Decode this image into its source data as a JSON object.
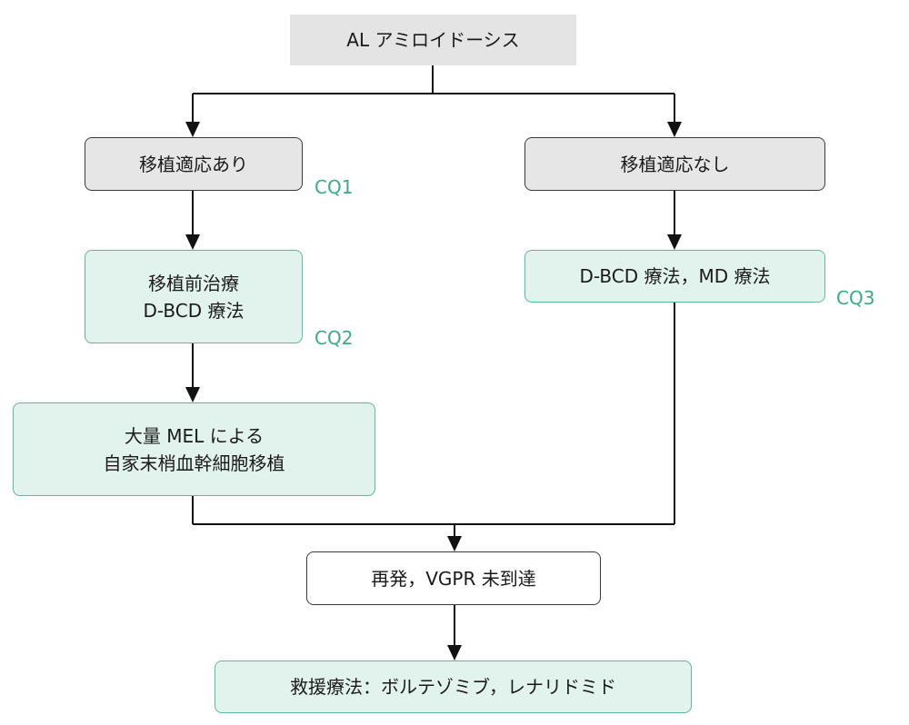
{
  "diagram": {
    "root": {
      "label": "AL アミロイドーシス"
    },
    "left": {
      "eligible": {
        "label": "移植適応あり",
        "cq": "CQ1"
      },
      "pretransplant": {
        "line1": "移植前治療",
        "line2": "D-BCD 療法",
        "cq": "CQ2"
      },
      "transplant": {
        "line1": "大量 MEL による",
        "line2": "自家末梢血幹細胞移植"
      }
    },
    "right": {
      "ineligible": {
        "label": "移植適応なし"
      },
      "therapy": {
        "label": "D-BCD 療法，MD 療法",
        "cq": "CQ3"
      }
    },
    "relapse": {
      "label": "再発，VGPR 未到達"
    },
    "salvage": {
      "label": "救援療法：ボルテゾミブ，レナリドミド"
    }
  },
  "colors": {
    "line": "#111111",
    "gray_fill": "#e6e6e6",
    "green_fill": "#e2f2ed",
    "green_border": "#5cb89e",
    "cq_text": "#3aaa86"
  }
}
